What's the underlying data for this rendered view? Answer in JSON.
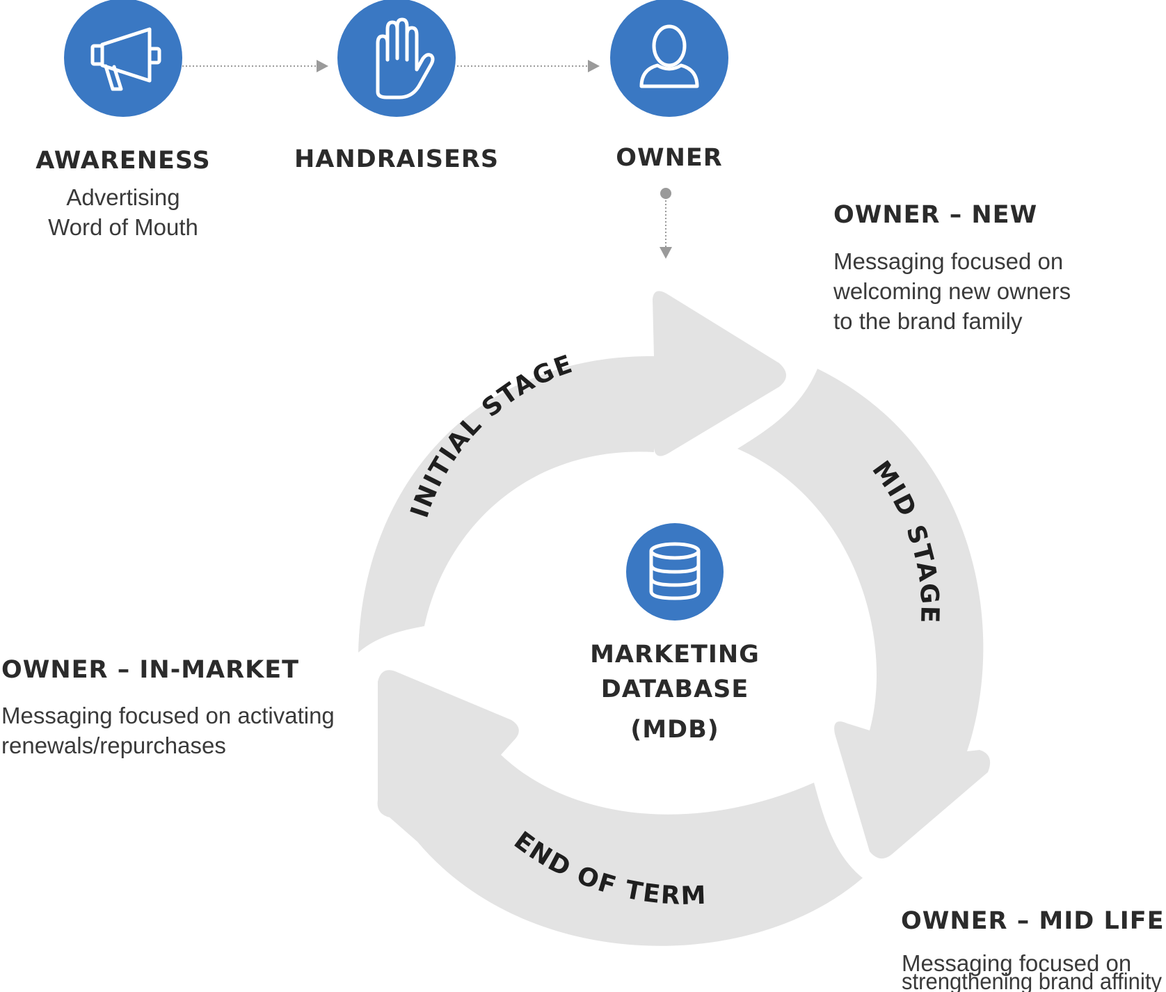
{
  "top_flow": {
    "steps": [
      {
        "title": "AWARENESS",
        "lines": [
          "Advertising",
          "Word of Mouth"
        ],
        "icon": "megaphone-icon"
      },
      {
        "title": "HANDRAISERS",
        "lines": [],
        "icon": "hand-icon"
      },
      {
        "title": "OWNER",
        "lines": [],
        "icon": "person-icon"
      }
    ]
  },
  "cycle": {
    "stages": [
      "INITIAL STAGE",
      "MID STAGE",
      "END OF TERM"
    ],
    "center": {
      "lines": [
        "MARKETING",
        "DATABASE",
        "(MDB)"
      ],
      "icon": "database-icon"
    }
  },
  "notes": {
    "owner_new": {
      "title": "OWNER – NEW",
      "lines": [
        "Messaging focused on",
        "welcoming new owners",
        "to the brand family"
      ]
    },
    "owner_in_market": {
      "title": "OWNER – IN-MARKET",
      "lines": [
        "Messaging focused on activating",
        "renewals/repurchases"
      ]
    },
    "owner_mid_life": {
      "title": "OWNER – MID LIFE",
      "lines": [
        "Messaging focused on",
        "strengthening brand affinity"
      ]
    }
  },
  "colors": {
    "accent": "#3a78c3",
    "arrow": "#e3e3e3",
    "text": "#2b2b2b",
    "connector": "#9a9a9a"
  }
}
